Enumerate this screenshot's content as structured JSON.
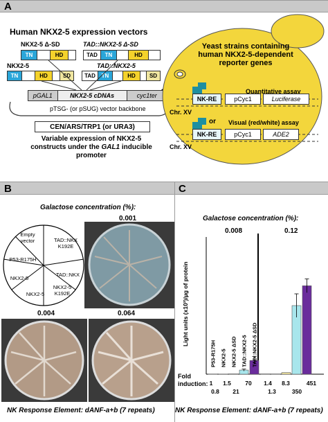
{
  "panel_a": {
    "label": "A",
    "vectors_title": "Human NKX2-5 expression vectors",
    "construct_nkx_dsd": "NKX2-5 Δ-SD",
    "construct_tad_nkx_dsd": "TAD::NKX2-5 Δ-SD",
    "construct_nkx": "NKX2-5",
    "construct_tad_nkx": "TAD::NKX2-5",
    "seg_tn": "TN",
    "seg_hd": "HD",
    "seg_sd": "SD",
    "seg_tad": "TAD",
    "cassette_pgal1": "pGAL1",
    "cassette_cdna": "NKX2-5 cDNAs",
    "cassette_cyc1ter": "cyc1ter",
    "backbone": "pTSG- (or pSUG) vector backbone",
    "cen_box": "CEN/ARS/TRP1 (or URA3)",
    "caption_line1": "Variable expression of NKX2-5",
    "caption_line2": "constructs under the",
    "caption_gal1": "GAL1",
    "caption_line2b": "inducible",
    "caption_line3": "promoter",
    "yeast_title_line1": "Yeast strains containing",
    "yeast_title_line2": "human NKX2-5-dependent",
    "yeast_title_line3": "reporter genes",
    "quant_assay": "Quantitative assay",
    "visual_assay": "Visual (red/white) assay",
    "or": "or",
    "chr": "Chr. XV",
    "nk_re": "NK-RE",
    "pcyc1": "pCyc1",
    "luciferase": "Luciferase",
    "ade2": "ADE2"
  },
  "panel_b": {
    "label": "B",
    "galactose_title": "Galactose concentration (%):",
    "conc_top": "0.001",
    "conc_bl": "0.004",
    "conc_br": "0.064",
    "key_segments": [
      "Empty vector",
      "TAD::NKX K192E",
      "TAD::NKX",
      "NKX2-5 K192E",
      "NKX2-5",
      "NKX2-5",
      "P53-R175H"
    ],
    "response_element": "NK Response Element: dANF-a+b (7 repeats)"
  },
  "panel_c": {
    "label": "C",
    "galactose_title": "Galactose concentration (%):",
    "conc_low": "0.008",
    "conc_high": "0.12",
    "ylabel": "Light units (x10³)/µg of protein",
    "fold_label_1": "Fold",
    "fold_label_2": "induction:",
    "fold_top": [
      "1",
      "1.5",
      "70",
      "8.3",
      "451"
    ],
    "fold_bottom": [
      "0.8",
      "21",
      "1.3",
      "350"
    ],
    "fold_extra_top": "1.4",
    "response_element": "NK Response Element: dANF-a+b (7 repeats)"
  },
  "chart_data": {
    "type": "bar",
    "title": "Galactose concentration (%):",
    "xlabel": "",
    "ylabel": "Light units (x10³)/µg of protein",
    "ylim": [
      0,
      700
    ],
    "grid": false,
    "groups": [
      "0.008",
      "0.12"
    ],
    "categories": [
      "P53-R175H",
      "NKX2-5",
      "NKX2-5 ΔSD",
      "TAD::NKX2-5",
      "TAD::NKX2-5 ΔSD"
    ],
    "series": [
      {
        "group": "0.008",
        "values": [
          1,
          0.8,
          1.5,
          21,
          70
        ],
        "errors": [
          0,
          0,
          0,
          5,
          20
        ]
      },
      {
        "group": "0.12",
        "values": [
          1.4,
          1.3,
          8.3,
          350,
          451
        ],
        "errors": [
          0,
          0,
          0,
          60,
          35
        ]
      }
    ],
    "colors": [
      "#ffffff",
      "#d9d9d9",
      "#f3e7a0",
      "#a8e6ec",
      "#6a2c9c"
    ]
  }
}
